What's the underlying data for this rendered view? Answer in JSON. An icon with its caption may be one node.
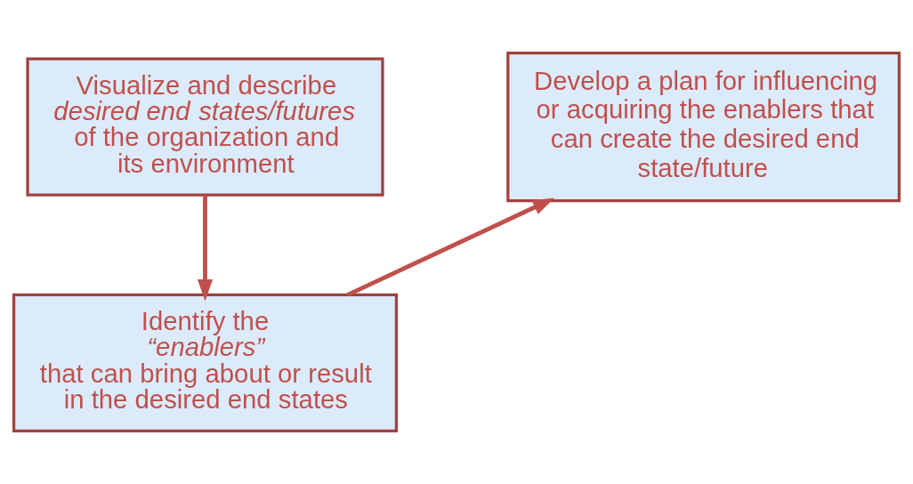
{
  "diagram": {
    "nodes": [
      {
        "text": [
          "Visualize and describe *desired end states/futures* of the organization and its environment"
        ]
      },
      {
        "text": [
          "Develop a plan for influencing or acquiring the enablers that can create the desired end state/future"
        ]
      },
      {
        "text": [
          "Identify the *“enablers”* that can bring about or result in the desired end states"
        ]
      }
    ],
    "edges": [
      {
        "from": 0,
        "to": 2,
        "arrow": "to"
      },
      {
        "from": 2,
        "to": 1,
        "arrow": "to"
      }
    ]
  }
}
